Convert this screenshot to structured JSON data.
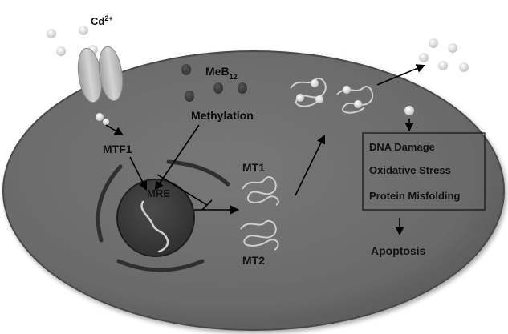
{
  "ion": {
    "label": "Cd",
    "charge": "2+"
  },
  "factors": {
    "meb": "MeB",
    "meb_sub": "12",
    "methylation": "Methylation",
    "mtf1": "MTF1",
    "mre": "MRE"
  },
  "proteins": {
    "mt1": "MT1",
    "mt2": "MT2"
  },
  "effects": {
    "items": [
      "DNA Damage",
      "Oxidative Stress",
      "Protein Misfolding"
    ],
    "outcome": "Apoptosis"
  },
  "colors": {
    "cell_fill": "#6b6b6b",
    "cell_outline": "#4a4a4a",
    "nucleus_fill": "#3a3a3a",
    "channel": "#bdbdbd",
    "particle": "#d9d9d9",
    "arrow": "#000000"
  }
}
